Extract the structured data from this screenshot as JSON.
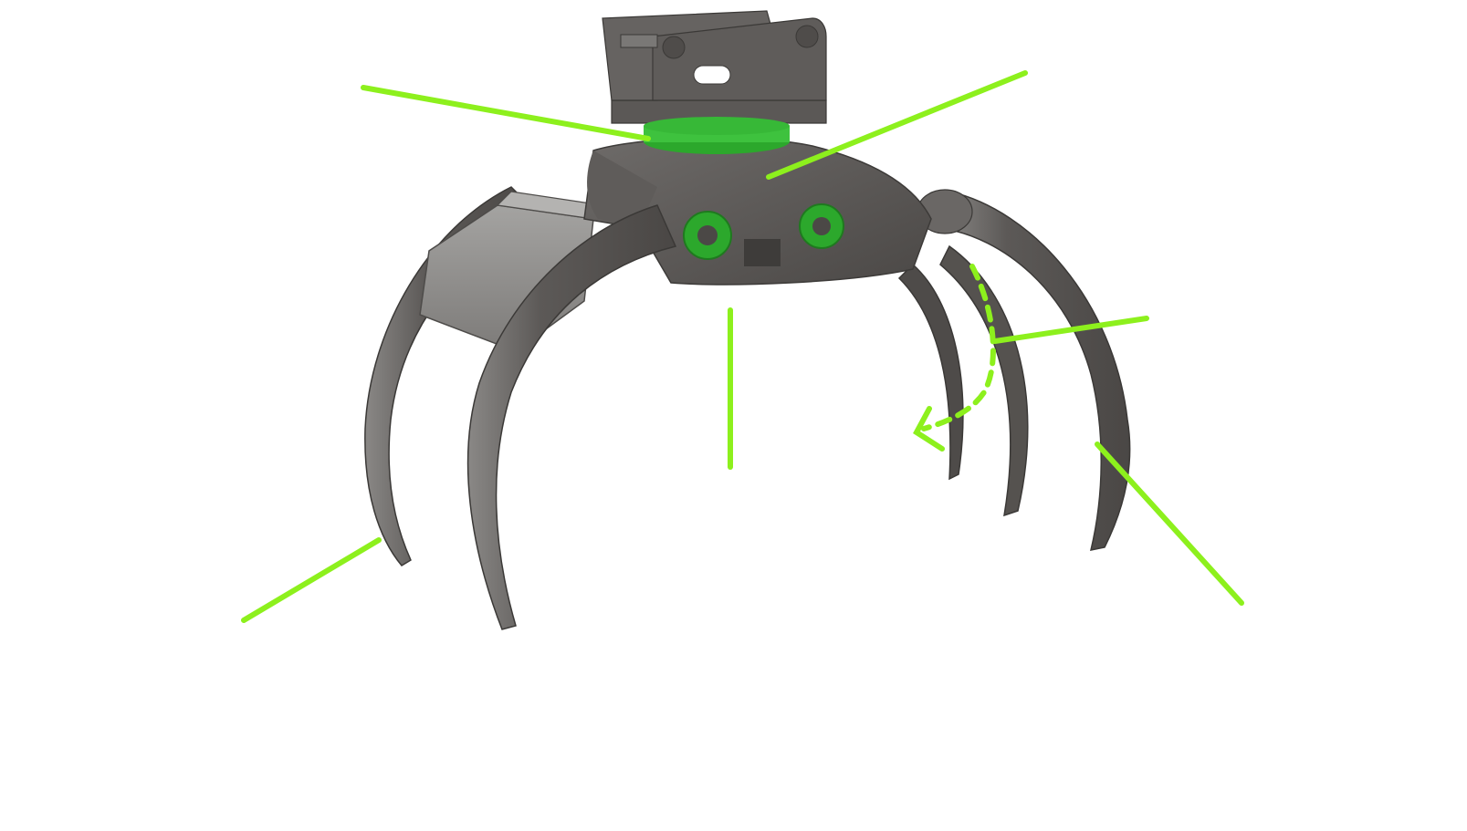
{
  "diagram": {
    "subject": "grapple-illustration",
    "colors": {
      "background": "#ffffff",
      "leader_line": "#8df01d",
      "steel_dark": "#4b4846",
      "steel_mid": "#5c5957",
      "steel_light": "#7a7876",
      "steel_highlight": "#8e8d8b",
      "rotator_green": "#2ca82c",
      "rotator_green_light": "#3ec23e"
    },
    "icons": [
      "rotator-ring",
      "pivot-pin-left",
      "pivot-pin-right",
      "tine-rotation-arrow"
    ],
    "annotations": []
  }
}
